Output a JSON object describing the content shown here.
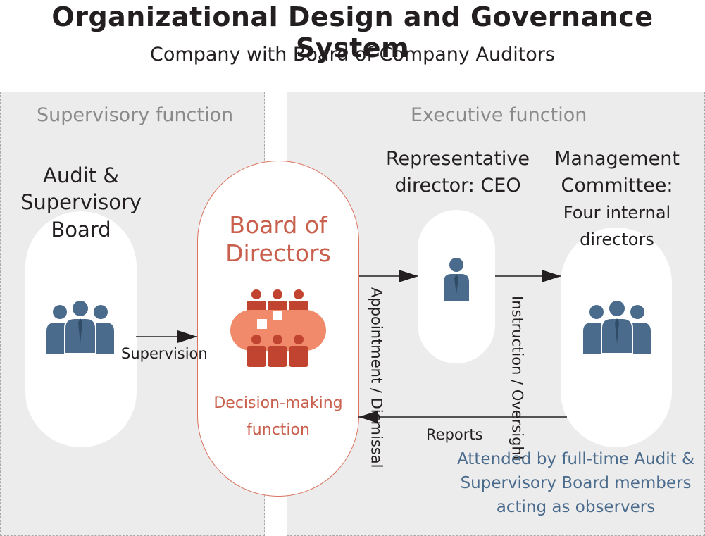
{
  "title": "Organizational Design and Governance System",
  "subtitle": "Company with Board of Company Auditors",
  "panels": {
    "supervisory": "Supervisory function",
    "executive": "Executive function"
  },
  "nodes": {
    "audit_board": "Audit & Supervisory Board",
    "board_of_directors": "Board of Directors",
    "decision_making": "Decision-making function",
    "representative_director": "Representative director: CEO",
    "management_committee": "Management Committee:",
    "management_members": "Four internal directors"
  },
  "edges": {
    "supervision": "Supervision",
    "appointment": "Appointment / Dismissal",
    "instruction": "Instruction / Oversight",
    "reports": "Reports"
  },
  "note": "Attended by full-time Audit & Supervisory Board members acting as observers",
  "colors": {
    "accent": "#c9604d",
    "person": "#4a6b8c",
    "panel": "#ececec",
    "note": "#4a6b8c"
  }
}
